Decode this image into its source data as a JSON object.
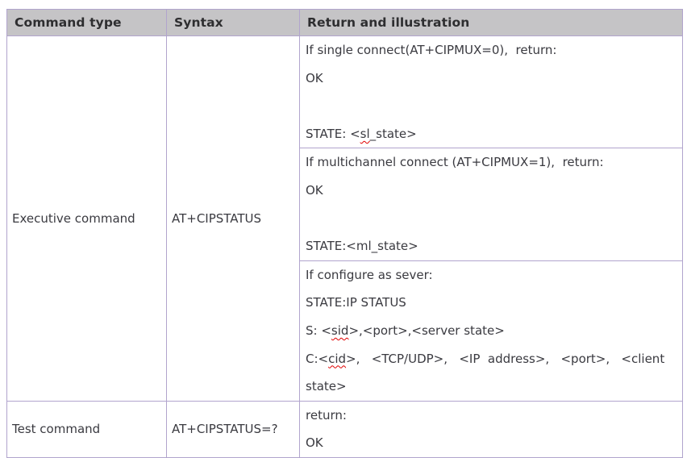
{
  "colors": {
    "border": "#b1a4cd",
    "header_bg": "#c5c4c6",
    "header_text": "#2e2e30",
    "body_text": "#3a3a40",
    "squiggle_red": "#e00000",
    "page_bg": "#ffffff"
  },
  "columns": [
    {
      "label": "Command type"
    },
    {
      "label": "Syntax"
    },
    {
      "label": "Return and illustration"
    }
  ],
  "rows": [
    {
      "command_type": "Executive command",
      "syntax": "AT+CIPSTATUS",
      "returns": [
        {
          "lines": [
            [
              {
                "t": "If single connect(AT+CIPMUX=0),  return:"
              }
            ],
            [
              {
                "t": "OK"
              }
            ],
            [
              {
                "t": " "
              }
            ],
            [
              {
                "t": "STATE: <"
              },
              {
                "t": "sl",
                "misspelled": true
              },
              {
                "t": "_state>"
              }
            ]
          ]
        },
        {
          "lines": [
            [
              {
                "t": "If multichannel connect (AT+CIPMUX=1),  return:"
              }
            ],
            [
              {
                "t": "OK"
              }
            ],
            [
              {
                "t": " "
              }
            ],
            [
              {
                "t": "STATE:<ml_state>"
              }
            ]
          ]
        },
        {
          "lines": [
            [
              {
                "t": "If configure as sever:"
              }
            ],
            [
              {
                "t": "STATE:IP STATUS"
              }
            ],
            [
              {
                "t": "S: <"
              },
              {
                "t": "sid",
                "misspelled": true
              },
              {
                "t": ">,<port>,<server state>"
              }
            ],
            [
              {
                "t": "C:<"
              },
              {
                "t": "cid",
                "misspelled": true
              },
              {
                "t": ">,   <TCP/UDP>,   <IP  address>,   <port>,   <client"
              }
            ],
            [
              {
                "t": "state>"
              }
            ]
          ]
        }
      ]
    },
    {
      "command_type": "Test command",
      "syntax": "AT+CIPSTATUS=?",
      "returns": [
        {
          "lines": [
            [
              {
                "t": "return:"
              }
            ],
            [
              {
                "t": "OK"
              }
            ]
          ]
        }
      ]
    }
  ]
}
